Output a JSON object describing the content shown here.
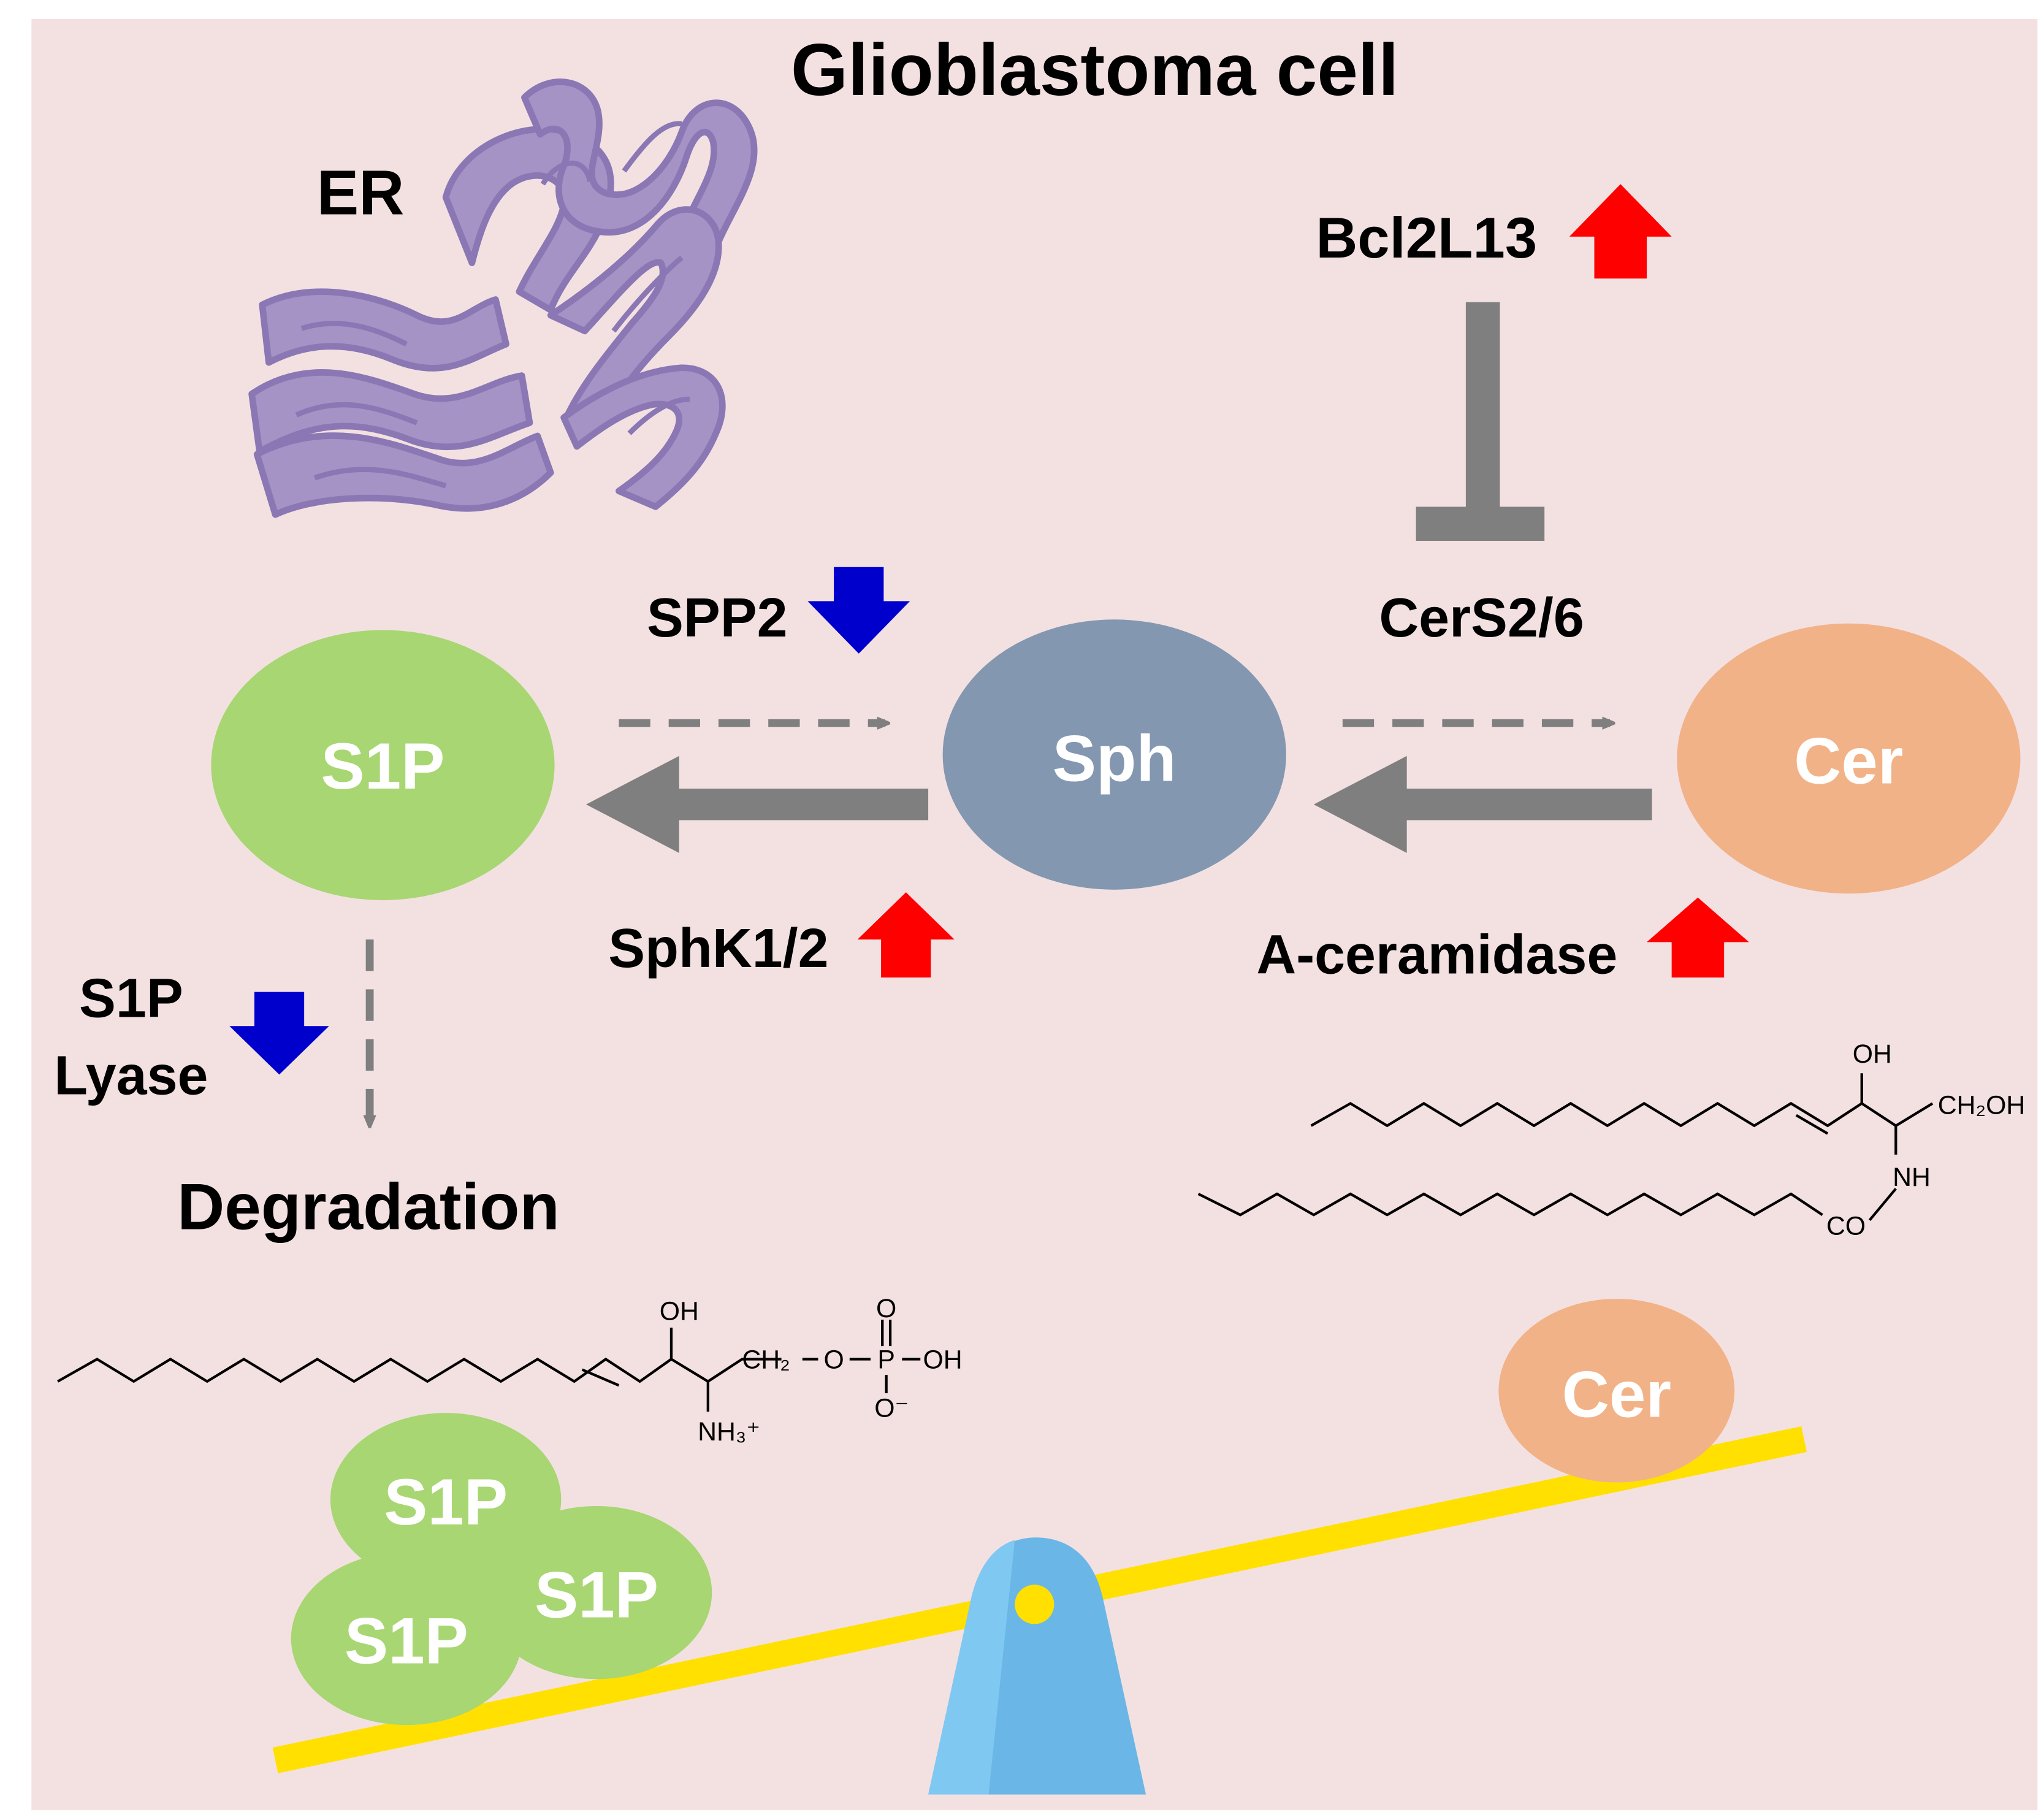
{
  "title": "Glioblastoma cell",
  "colors": {
    "background": "#f3e1e2",
    "s1p": "#a8d672",
    "sph": "#8497b0",
    "cer": "#f2b287",
    "er": "#a593c6",
    "er_stroke": "#8a77b4",
    "arrow_gray": "#7f7f7f",
    "up_arrow": "#ff0000",
    "down_arrow": "#0000cc",
    "seesaw_beam": "#ffe000",
    "fulcrum": "#6ab6e6",
    "pivot": "#ffe000"
  },
  "organelle": {
    "label": "ER",
    "icon": "endoplasmic-reticulum-icon"
  },
  "nodes": {
    "s1p": "S1P",
    "sph": "Sph",
    "cer": "Cer"
  },
  "enzymes": {
    "spp2": {
      "label": "SPP2",
      "change": "down"
    },
    "sphk": {
      "label": "SphK1/2",
      "change": "up"
    },
    "cers": {
      "label": "CerS2/6"
    },
    "aceramidase": {
      "label": "A-ceramidase",
      "change": "up"
    },
    "bcl2l13": {
      "label": "Bcl2L13",
      "change": "up"
    },
    "s1p_lyase": {
      "line1": "S1P",
      "line2": "Lyase",
      "change": "down"
    }
  },
  "degradation": "Degradation",
  "cer_structure": {
    "oh": "OH",
    "ch2oh": "CH₂OH",
    "nh": "NH",
    "co": "CO"
  },
  "s1p_structure": {
    "oh": "OH",
    "ch2": "CH₂",
    "o1": "O",
    "p": "P",
    "oh2": "OH",
    "o_top": "O",
    "o_minus": "O⁻",
    "nh3": "NH₃⁺"
  },
  "balance": {
    "heavy_side": [
      "S1P",
      "S1P",
      "S1P"
    ],
    "light_side": "Cer"
  }
}
